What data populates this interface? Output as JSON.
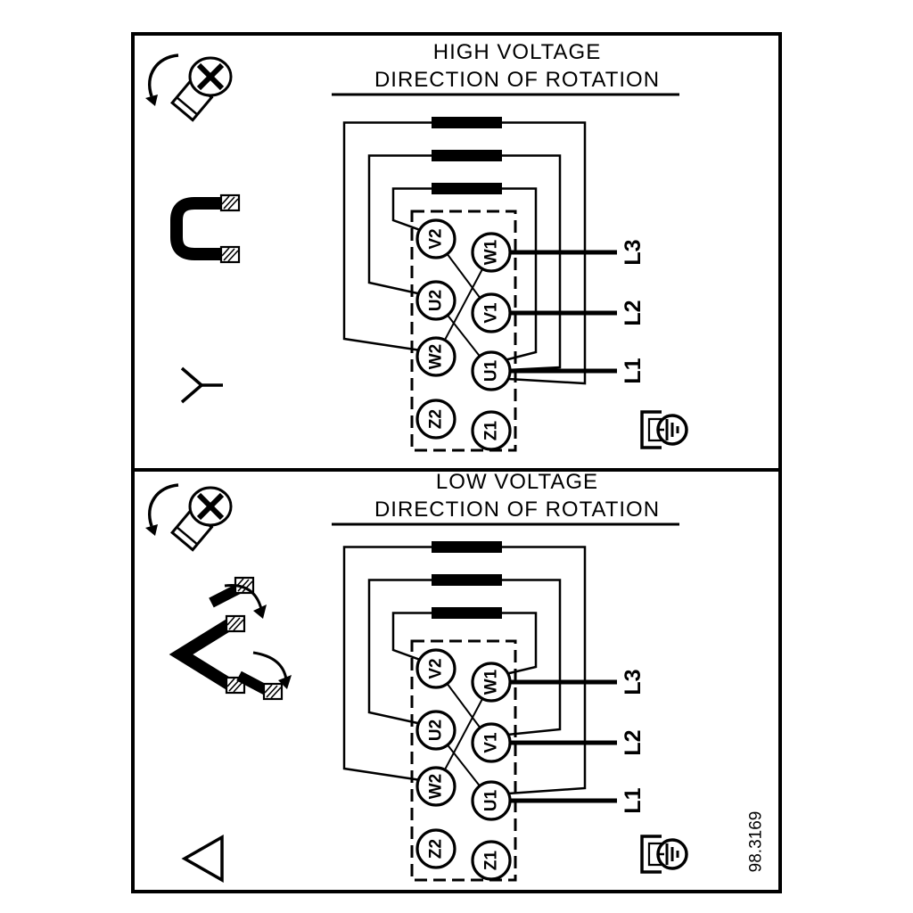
{
  "drawing_number": "98.3169",
  "panels": {
    "high": {
      "title_line1": "HIGH VOLTAGE",
      "title_line2": "DIRECTION OF ROTATION",
      "connection": "star",
      "terminals": {
        "v2": "V2",
        "u2": "U2",
        "w2": "W2",
        "z2": "Z2",
        "w1": "W1",
        "v1": "V1",
        "u1": "U1",
        "z1": "Z1"
      },
      "supply_lines": {
        "l3": "L3",
        "l2": "L2",
        "l1": "L1"
      }
    },
    "low": {
      "title_line1": "LOW VOLTAGE",
      "title_line2": "DIRECTION OF ROTATION",
      "connection": "delta",
      "terminals": {
        "v2": "V2",
        "u2": "U2",
        "w2": "W2",
        "z2": "Z2",
        "w1": "W1",
        "v1": "V1",
        "u1": "U1",
        "z1": "Z1"
      },
      "supply_lines": {
        "l3": "L3",
        "l2": "L2",
        "l1": "L1"
      }
    }
  },
  "colors": {
    "ink": "#000000",
    "paper": "#ffffff"
  }
}
